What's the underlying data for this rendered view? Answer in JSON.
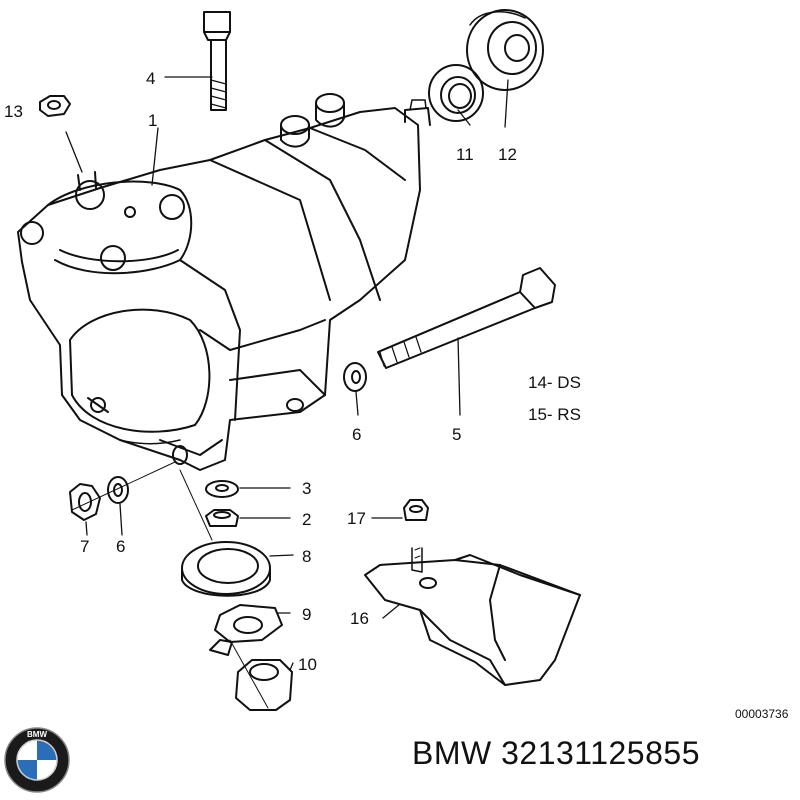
{
  "callouts": [
    "1",
    "2",
    "3",
    "4",
    "5",
    "6",
    "6",
    "7",
    "8",
    "9",
    "10",
    "11",
    "12",
    "13",
    "16",
    "17"
  ],
  "legend": [
    "14- DS",
    "15- RS"
  ],
  "reference_number": "00003736",
  "caption": "BMW 32131125855",
  "logo": {
    "name": "bmw-roundel",
    "text": "BMW",
    "colors": {
      "blue": "#2a6db8",
      "ring": "#1a1a1a",
      "white": "#ffffff"
    }
  }
}
